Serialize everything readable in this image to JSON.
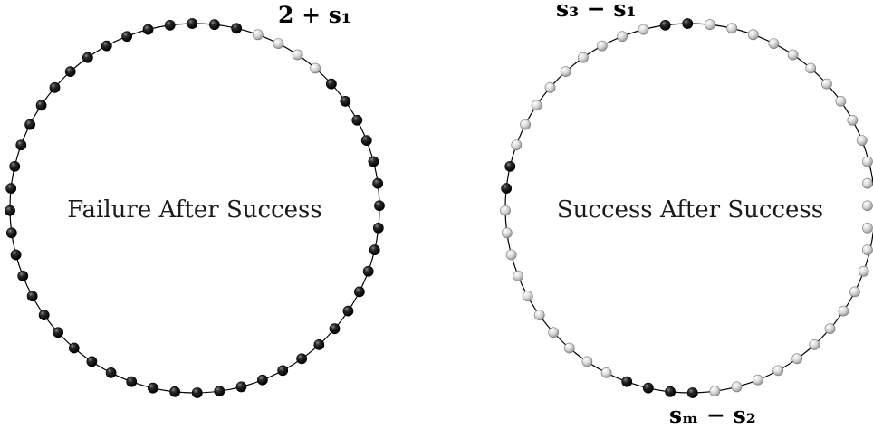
{
  "colors": {
    "background": "#ffffff",
    "ring": "#000000",
    "bead_black": "#111111",
    "bead_white": "#d0d0d0"
  },
  "left": {
    "center_text": "Failure After Success",
    "top_label": "2 + s₁",
    "bead_count": 52,
    "beads": [
      "white",
      "white",
      "white",
      "white",
      "black",
      "black",
      "black",
      "black",
      "black",
      "black",
      "black",
      "black",
      "black",
      "black",
      "black",
      "black",
      "black",
      "black",
      "black",
      "black",
      "black",
      "black",
      "black",
      "black",
      "black",
      "black",
      "black",
      "black",
      "black",
      "black",
      "black",
      "black",
      "black",
      "black",
      "black",
      "black",
      "black",
      "black",
      "black",
      "black",
      "black",
      "black",
      "black",
      "black",
      "black",
      "black",
      "black",
      "black",
      "black",
      "black",
      "black",
      "black"
    ]
  },
  "right": {
    "center_text": "Success After Success",
    "top_label": "s₃ − s₁",
    "bottom_label": "sₘ − s₂",
    "bead_count": 52,
    "beads": [
      "white",
      "white",
      "white",
      "white",
      "white",
      "white",
      "white",
      "white",
      "white",
      "white",
      "white",
      "white",
      "white",
      "white",
      "white",
      "white",
      "white",
      "white",
      "white",
      "white",
      "white",
      "white",
      "white",
      "black",
      "black",
      "black",
      "black",
      "white",
      "white",
      "white",
      "white",
      "white",
      "white",
      "white",
      "white",
      "white",
      "white",
      "black",
      "black",
      "white",
      "white",
      "white",
      "white",
      "white",
      "white",
      "white",
      "white",
      "white",
      "black",
      "black",
      "white",
      "white"
    ]
  }
}
